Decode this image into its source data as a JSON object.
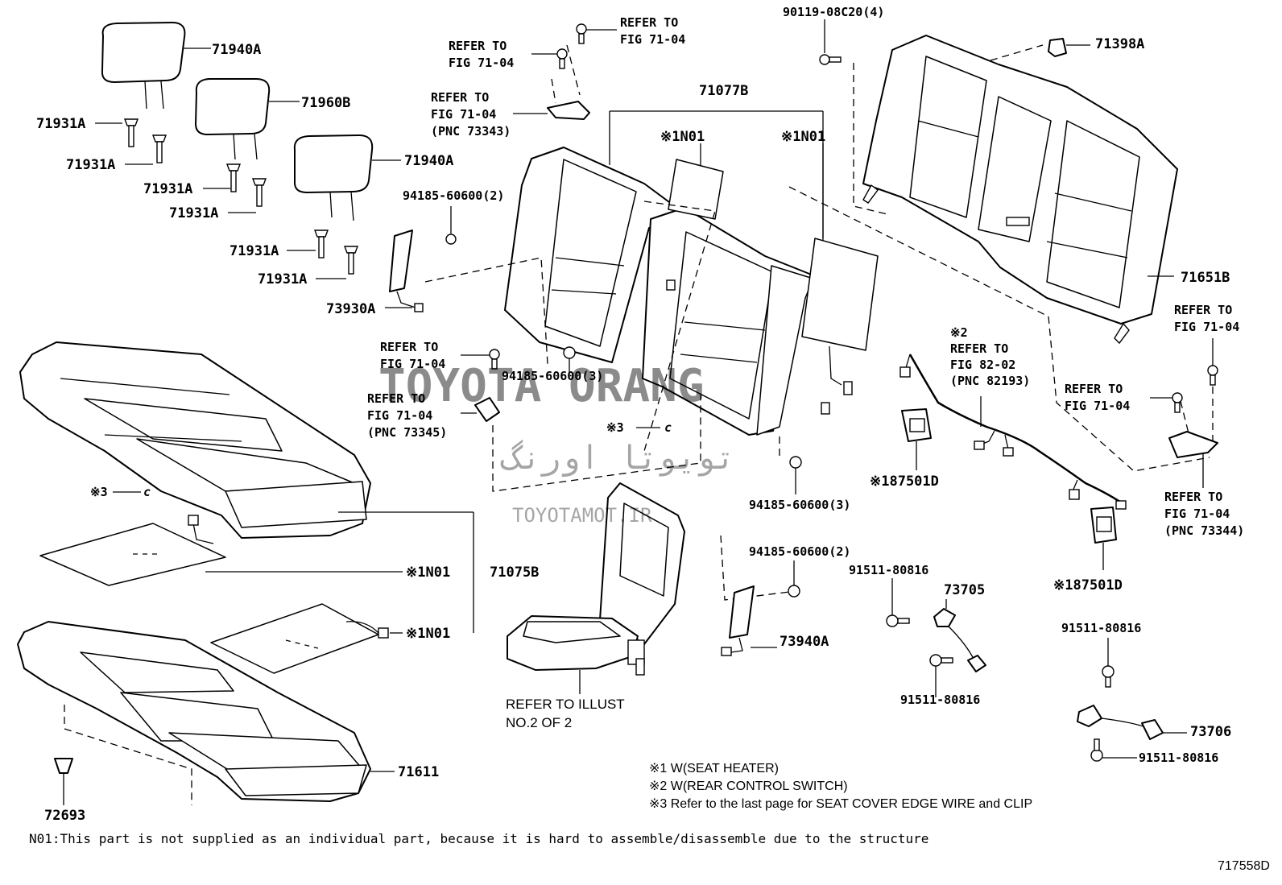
{
  "labels": {
    "hr1": "71940A",
    "hr2": "71960B",
    "hr3": "71940A",
    "sup1": "71931A",
    "sup2": "71931A",
    "sup3": "71931A",
    "sup4": "71931A",
    "sup5": "71931A",
    "sup6": "71931A",
    "bracket_top_ref": "REFER TO\nFIG 71-04",
    "bolt_top_ref": "REFER TO\nFIG 71-04",
    "bracket_ref": "REFER TO\nFIG 71-04\n(PNC 73343)",
    "clip_90119": "90119-08C20(4)",
    "back_assy": "71077B",
    "n01_back_l": "※1N01",
    "n01_back_r": "※1N01",
    "cover_71398": "71398A",
    "nut_94185_a": "94185-60600(2)",
    "belt_73930": "73930A",
    "back_cover": "71651B",
    "ref_bolt_right_a": "REFER TO\nFIG 71-04",
    "ref_harness": "※2\nREFER TO\nFIG 82-02\n(PNC 82193)",
    "ref_bolt_mid": "REFER TO\nFIG 71-04",
    "nut_94185_b": "94185-60600(3)",
    "ref_bolt_left": "REFER TO\nFIG 71-04",
    "ref_bracket_left": "REFER TO\nFIG 71-04\n(PNC 73345)",
    "clip_ref_mid": "※3",
    "clip_ref_left": "※3",
    "switch_87501_a": "※187501D",
    "switch_87501_b": "※187501D",
    "ref_bracket_right": "REFER TO\nFIG 71-04\n(PNC 73344)",
    "nut_94185_c": "94185-60600(3)",
    "nut_94185_d": "94185-60600(2)",
    "belt_73940": "73940A",
    "bolt_91511_a": "91511-80816",
    "belt_73705": "73705",
    "bolt_91511_b": "91511-80816",
    "bolt_91511_c": "91511-80816",
    "belt_73706": "73706",
    "bolt_91511_d": "91511-80816",
    "cushion_assy": "71075B",
    "n01_cushion_a": "※1N01",
    "n01_cushion_b": "※1N01",
    "cushion_cover": "71611",
    "clip_72693": "72693",
    "armrest_ref": "REFER TO ILLUST\nNO.2 OF 2"
  },
  "notes": {
    "n1": "※1 W(SEAT HEATER)",
    "n2": "※2 W(REAR CONTROL SWITCH)",
    "n3": "※3 Refer to the last page for SEAT COVER EDGE WIRE and CLIP",
    "n01": "N01:This part is not supplied as an individual part, because it is hard to assemble/disassemble due to the structure"
  },
  "watermark": {
    "main": "TOYOTA ORANG",
    "persian": "تویوتا اورنگ",
    "url": "TOYOTAMOT.IR"
  },
  "figure_id": "717558D",
  "colors": {
    "line": "#000000",
    "watermark": "#e85a6a",
    "background": "#ffffff"
  }
}
